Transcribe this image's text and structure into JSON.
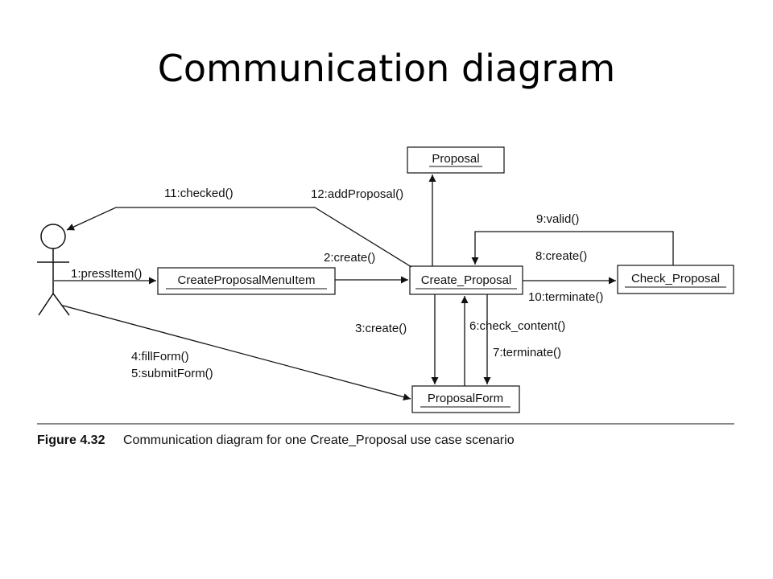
{
  "slide": {
    "title": "Communication diagram"
  },
  "objects": {
    "proposal": "Proposal",
    "menu_item": "CreateProposalMenuItem",
    "create_proposal": "Create_Proposal",
    "check_proposal": "Check_Proposal",
    "proposal_form": "ProposalForm"
  },
  "messages": {
    "m1": "1:pressItem()",
    "m2": "2:create()",
    "m3": "3:create()",
    "m4": "4:fillForm()",
    "m5": "5:submitForm()",
    "m6": "6:check_content()",
    "m7": "7:terminate()",
    "m8": "8:create()",
    "m9": "9:valid()",
    "m10": "10:terminate()",
    "m11": "11:checked()",
    "m12": "12:addProposal()"
  },
  "caption": {
    "number": "Figure 4.32",
    "text": "Communication diagram for one Create_Proposal use case scenario"
  }
}
